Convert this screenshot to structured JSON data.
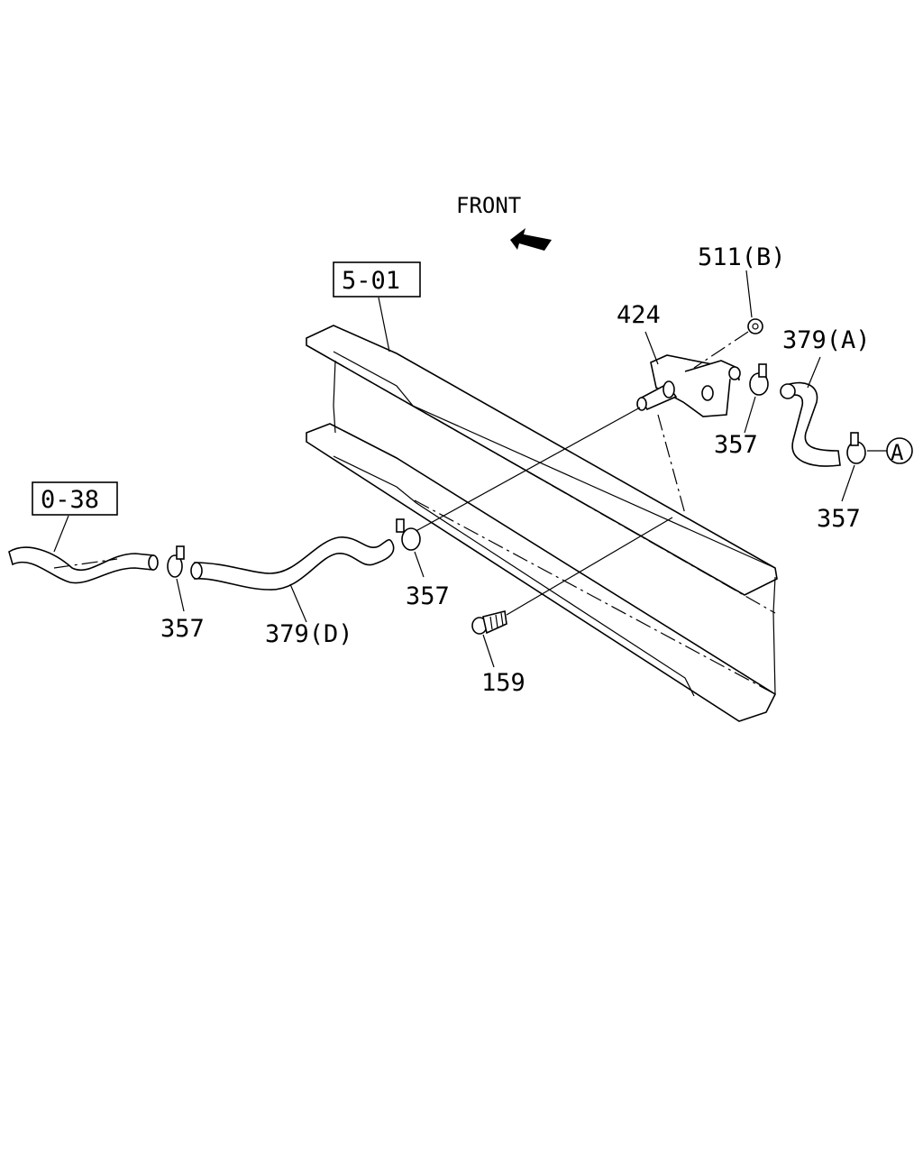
{
  "diagram": {
    "front_label": "FRONT",
    "refs": {
      "frame": "5-01",
      "pipe": "0-38"
    },
    "parts": {
      "bracket": "424",
      "nut": "511(B)",
      "hose_a": "379(A)",
      "hose_d": "379(D)",
      "clamp_1": "357",
      "clamp_2": "357",
      "clamp_3": "357",
      "clamp_4": "357",
      "bolt": "159"
    },
    "callout": "A"
  }
}
